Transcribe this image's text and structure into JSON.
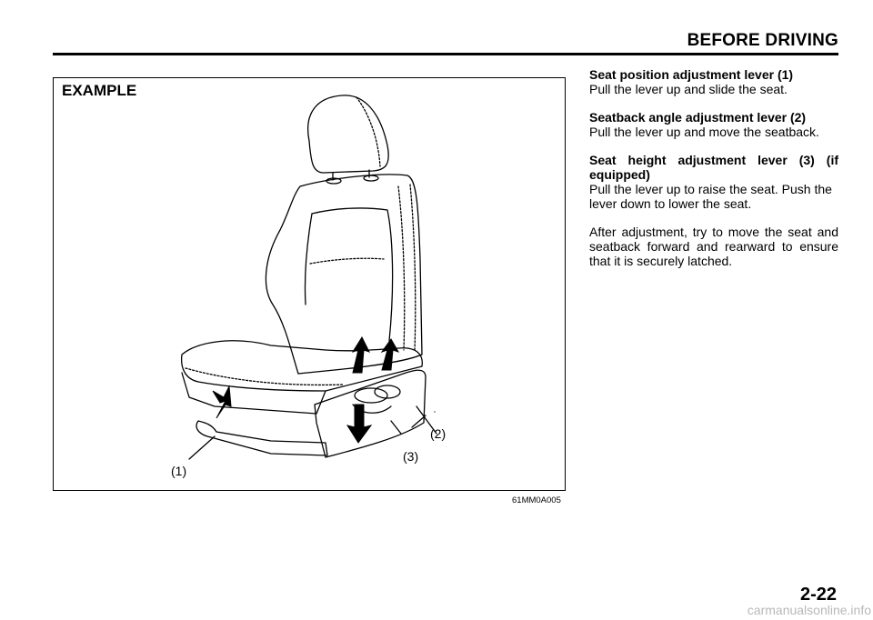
{
  "header": {
    "section_title": "BEFORE DRIVING"
  },
  "figure": {
    "label": "EXAMPLE",
    "callouts": {
      "c1": "(1)",
      "c2": "(2)",
      "c3": "(3)"
    },
    "code": "61MM0A005"
  },
  "sections": [
    {
      "heading": "Seat position adjustment lever (1)",
      "body": "Pull the lever up and slide the seat."
    },
    {
      "heading": "Seatback angle adjustment lever (2)",
      "body": "Pull the lever up and move the seatback."
    },
    {
      "heading": "Seat height adjustment lever (3) (if equipped)",
      "body": "Pull the lever up to raise the seat. Push the lever down to lower the seat."
    }
  ],
  "closing_paragraph": "After adjustment, try to move the seat and seatback forward and rearward to ensure that it is securely latched.",
  "page_number": "2-22",
  "watermark": "carmanualsonline.info"
}
